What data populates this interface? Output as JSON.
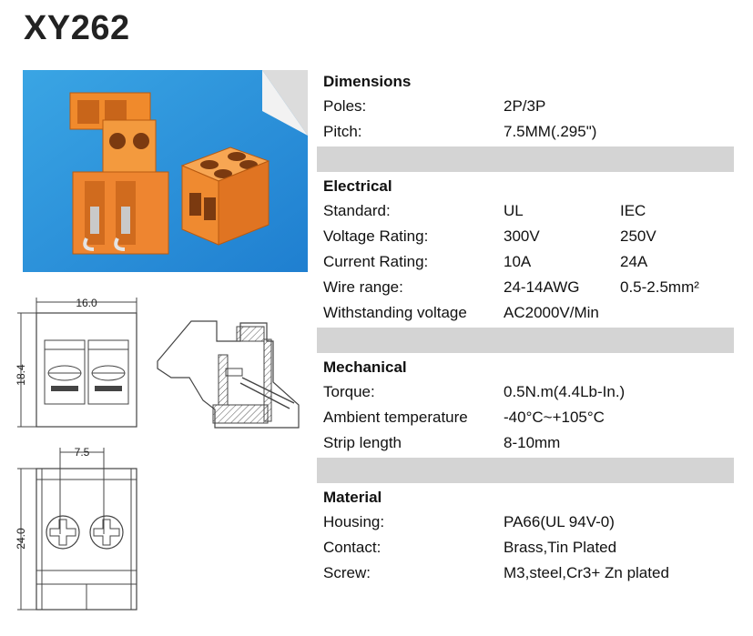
{
  "title": "XY262",
  "dimension_labels": {
    "top_width": "16.0",
    "top_height": "18.4",
    "bottom_pitch": "7.5",
    "bottom_height": "24.0"
  },
  "sections": [
    {
      "title": "Dimensions",
      "rows": [
        {
          "label": "Poles:",
          "v1": "2P/3P",
          "v2": ""
        },
        {
          "label": "Pitch:",
          "v1": "7.5MM(.295\")",
          "v2": ""
        }
      ]
    },
    {
      "title": "Electrical",
      "rows": [
        {
          "label": "Standard:",
          "v1": "UL",
          "v2": "IEC"
        },
        {
          "label": "Voltage Rating:",
          "v1": "300V",
          "v2": "250V"
        },
        {
          "label": "Current Rating:",
          "v1": "10A",
          "v2": "24A"
        },
        {
          "label": "Wire range:",
          "v1": "24-14AWG",
          "v2": "0.5-2.5mm²"
        },
        {
          "label": "Withstanding voltage",
          "v1": "AC2000V/Min",
          "v2": ""
        }
      ]
    },
    {
      "title": "Mechanical",
      "rows": [
        {
          "label": "Torque:",
          "v1": "0.5N.m(4.4Lb-In.)",
          "v2": ""
        },
        {
          "label": "Ambient temperature",
          "v1": "-40°C~+105°C",
          "v2": ""
        },
        {
          "label": "Strip length",
          "v1": "8-10mm",
          "v2": ""
        }
      ]
    },
    {
      "title": "Material",
      "rows": [
        {
          "label": "Housing:",
          "v1": "PA66(UL 94V-0)",
          "v2": ""
        },
        {
          "label": "Contact:",
          "v1": "Brass,Tin Plated",
          "v2": ""
        },
        {
          "label": "Screw:",
          "v1": "M3,steel,Cr3+ Zn plated",
          "v2": ""
        }
      ]
    }
  ]
}
